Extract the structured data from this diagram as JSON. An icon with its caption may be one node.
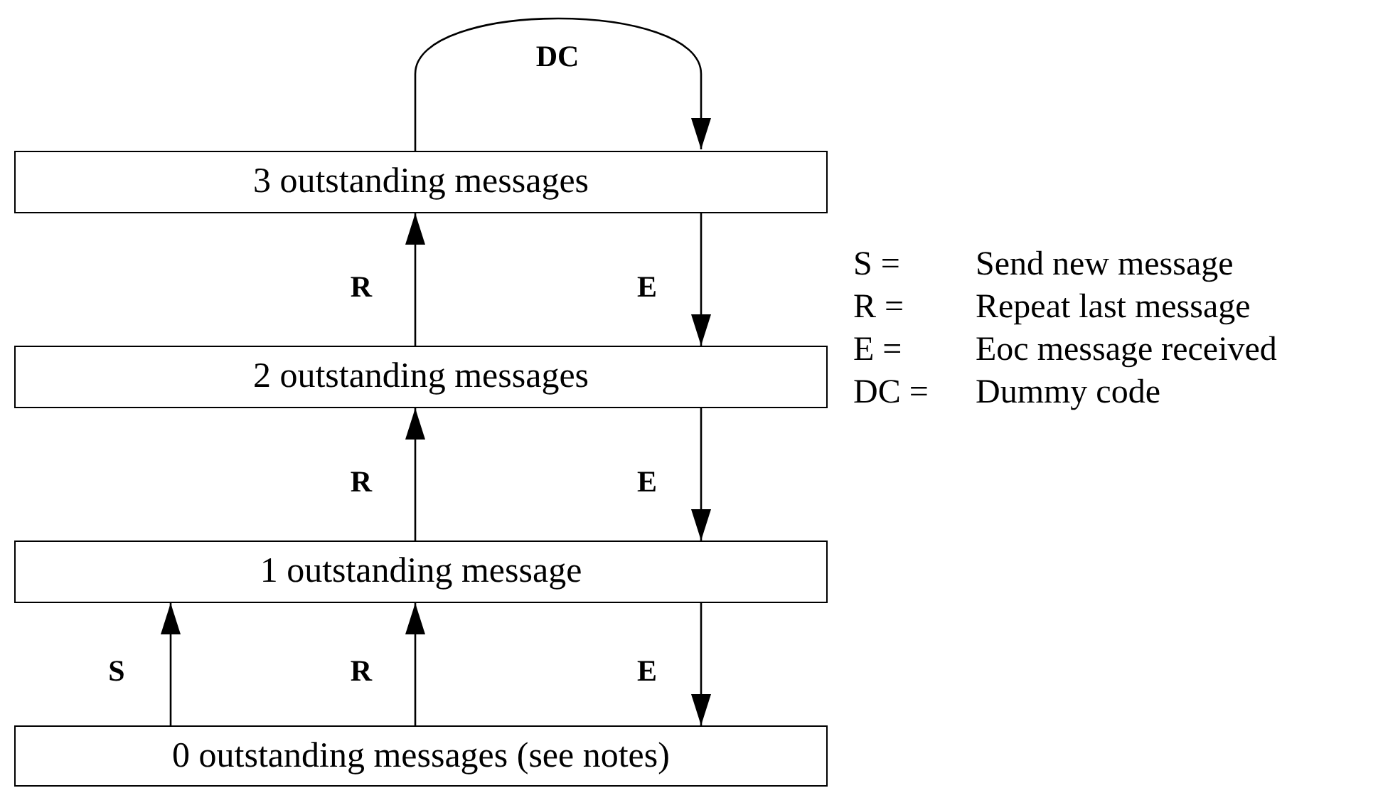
{
  "diagram": {
    "nodes": [
      {
        "text": [
          "3 outstanding messages"
        ]
      },
      {
        "text": [
          "2 outstanding messages"
        ]
      },
      {
        "text": [
          "1 outstanding message"
        ]
      },
      {
        "text": [
          "0 outstanding messages (see notes)"
        ]
      }
    ],
    "edges": [
      {
        "from": 0,
        "to": 0,
        "arrow": "to",
        "label": "DC"
      },
      {
        "from": 1,
        "to": 0,
        "arrow": "to",
        "label": "R"
      },
      {
        "from": 0,
        "to": 1,
        "arrow": "to",
        "label": "E"
      },
      {
        "from": 2,
        "to": 1,
        "arrow": "to",
        "label": "R"
      },
      {
        "from": 1,
        "to": 2,
        "arrow": "to",
        "label": "E"
      },
      {
        "from": 3,
        "to": 2,
        "arrow": "to",
        "label": "S"
      },
      {
        "from": 3,
        "to": 2,
        "arrow": "to",
        "label": "R"
      },
      {
        "from": 2,
        "to": 3,
        "arrow": "to",
        "label": "E"
      }
    ],
    "labels": [
      "S =",
      "Send new message",
      "R =",
      "Repeat last message",
      "E =",
      "Eoc message received",
      "DC =",
      "Dummy code"
    ]
  }
}
